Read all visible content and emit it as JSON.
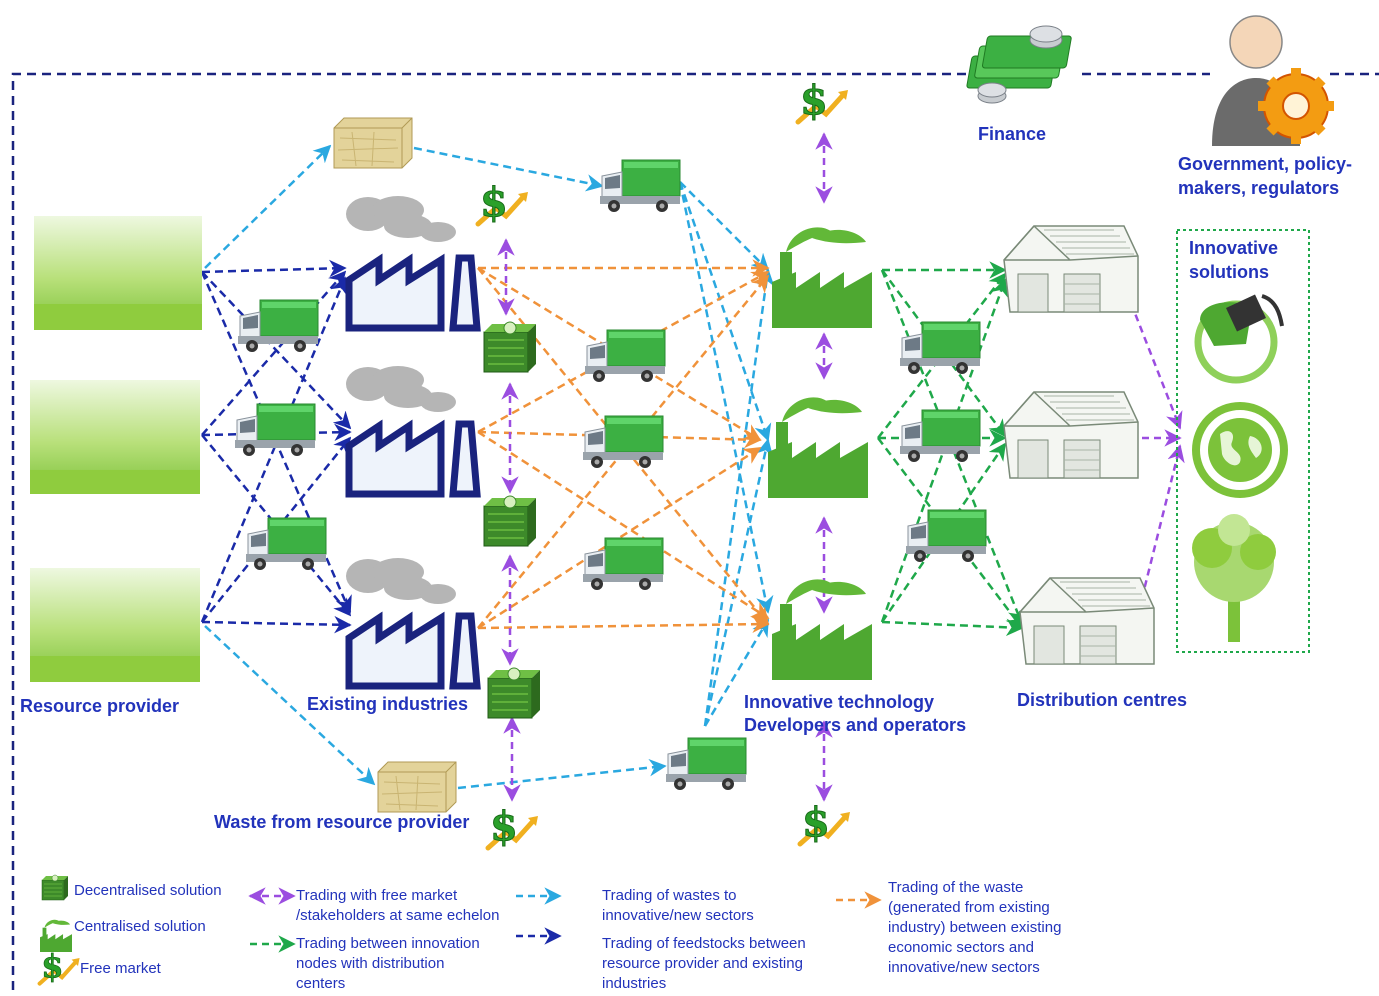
{
  "labels": {
    "finance": "Finance",
    "government": "Government, policy-makers, regulators",
    "resource_provider": "Resource provider",
    "existing_industries": "Existing industries",
    "waste_from_provider": "Waste from resource provider",
    "innovative_tech_line1": "Innovative technology",
    "innovative_tech_line2": "Developers and operators",
    "distribution_centres": "Distribution centres",
    "innovative_solutions": "Innovative solutions"
  },
  "legend": {
    "decentralised": "Decentralised solution",
    "centralised": "Centralised solution",
    "free_market": "Free market",
    "trading_free_market": "Trading with free market /stakeholders at same echelon",
    "trading_innovation_distribution": "Trading between innovation nodes with distribution centers",
    "trading_wastes": "Trading of wastes to innovative/new sectors",
    "trading_feedstocks": "Trading of feedstocks between resource provider and existing industries",
    "trading_waste_generated": "Trading of the waste (generated from existing industry) between existing economic sectors and innovative/new sectors"
  },
  "colors": {
    "label_blue": "#2233bb",
    "navy_arrow": "#1a2aa8",
    "light_blue_arrow": "#2aa8e0",
    "orange_arrow": "#f0923a",
    "green_arrow": "#1fa84a",
    "purple_arrow": "#9b4de0",
    "truck_green": "#3cb043",
    "factory_green": "#4ea831",
    "crop_green": "#8fcc3e"
  },
  "icons": [
    "crop-field-icon",
    "truck-icon",
    "factory-icon",
    "smoke-icon",
    "hay-bale-icon",
    "dollar-icon",
    "decentralised-unit-icon",
    "green-factory-icon",
    "warehouse-icon",
    "money-stack-icon",
    "gear-person-icon",
    "fuel-pump-icon",
    "earth-icon",
    "tree-icon"
  ]
}
